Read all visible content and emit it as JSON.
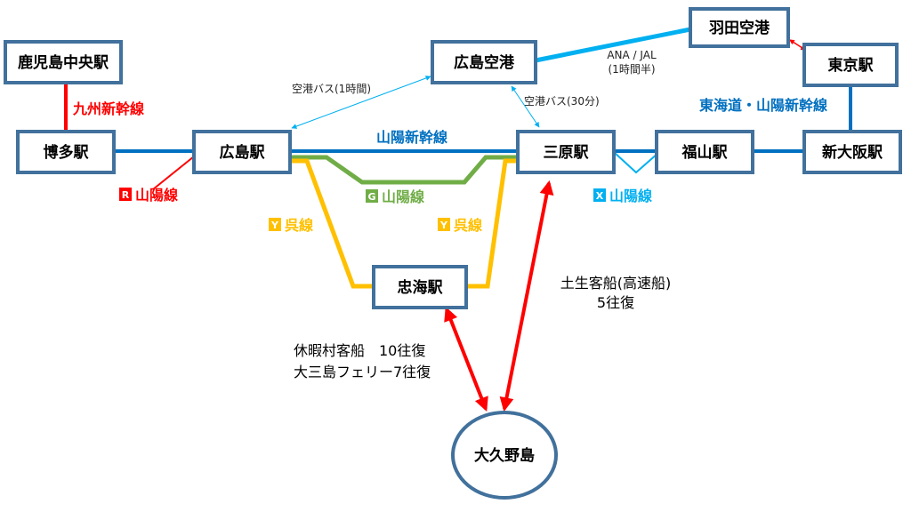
{
  "colors": {
    "sanyo_shinkansen": "#0070c0",
    "kyushu_shinkansen": "#ff0000",
    "sanyo_line_r": "#ff0000",
    "sanyo_line_g": "#70ad47",
    "kure_line_y": "#ffc000",
    "sanyo_line_x": "#00b0f0",
    "air_route": "#00b0f0",
    "ferry": "#ff0000",
    "airport_bus": "#00b0f0",
    "box_border": "#41719c"
  },
  "stations": {
    "kagoshima": "鹿児島中央駅",
    "hakata": "博多駅",
    "hiroshima": "広島駅",
    "mihara": "三原駅",
    "fukuyama": "福山駅",
    "shin_osaka": "新大阪駅",
    "tokyo": "東京駅",
    "haneda": "羽田空港",
    "hiroshima_airport": "広島空港",
    "tadanoumi": "忠海駅",
    "okunoshima": "大久野島"
  },
  "lines": {
    "kyushu_shinkansen": "九州新幹線",
    "sanyo_shinkansen": "山陽新幹線",
    "tokaido_sanyo_shinkansen": "東海道・山陽新幹線",
    "sanyo_r_badge": "R",
    "sanyo_r": "山陽線",
    "sanyo_g_badge": "G",
    "sanyo_g": "山陽線",
    "sanyo_x_badge": "X",
    "sanyo_x": "山陽線",
    "kure_left_badge": "Y",
    "kure_left": "呉線",
    "kure_right_badge": "Y",
    "kure_right": "呉線"
  },
  "routes": {
    "bus_hiroshima": "空港バス(1時間)",
    "bus_mihara": "空港バス(30分)",
    "air_line1": "ANA / JAL",
    "air_line2": "(1時間半)",
    "ferry_tadanoumi_line1": "休暇村客船　10往復",
    "ferry_tadanoumi_line2": "大三島フェリー7往復",
    "ferry_mihara_line1": "土生客船(高速船)",
    "ferry_mihara_line2": "5往復"
  }
}
